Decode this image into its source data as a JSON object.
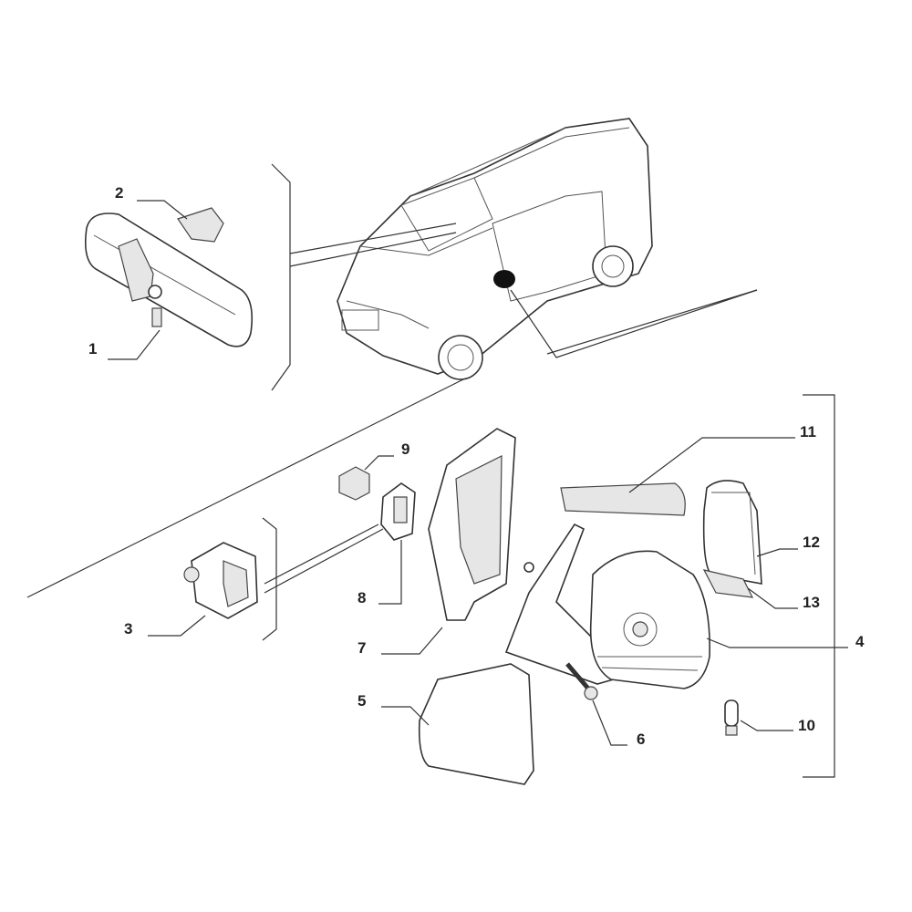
{
  "diagram": {
    "callouts": [
      {
        "number": "1"
      },
      {
        "number": "2"
      },
      {
        "number": "3"
      },
      {
        "number": "4"
      },
      {
        "number": "5"
      },
      {
        "number": "6"
      },
      {
        "number": "7"
      },
      {
        "number": "8"
      },
      {
        "number": "9"
      },
      {
        "number": "10"
      },
      {
        "number": "11"
      },
      {
        "number": "12"
      },
      {
        "number": "13"
      }
    ]
  }
}
